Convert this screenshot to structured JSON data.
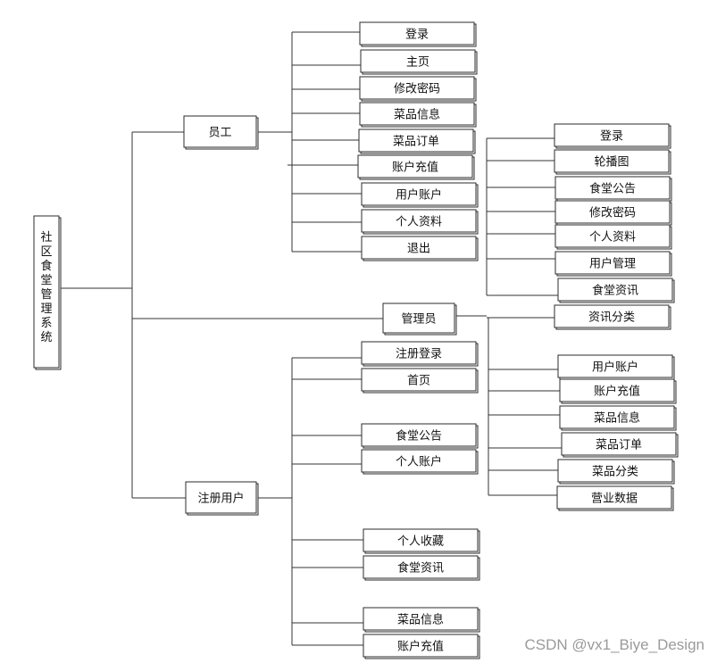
{
  "root": {
    "label": "社区食堂管理系统"
  },
  "branches": [
    {
      "label": "员工",
      "items": [
        "登录",
        "主页",
        "修改密码",
        "菜品信息",
        "菜品订单",
        "账户充值",
        "用户账户",
        "个人资料",
        "退出"
      ]
    },
    {
      "label": "管理员",
      "items": [
        "登录",
        "轮播图",
        "食堂公告",
        "修改密码",
        "个人资料",
        "用户管理",
        "食堂资讯",
        "资讯分类",
        "用户账户",
        "账户充值",
        "菜品信息",
        "菜品订单",
        "菜品分类",
        "营业数据"
      ]
    },
    {
      "label": "注册用户",
      "items": [
        "注册登录",
        "首页",
        "食堂公告",
        "个人账户",
        "个人收藏",
        "食堂资讯",
        "菜品信息",
        "账户充值"
      ]
    }
  ],
  "watermark": "CSDN @vx1_Biye_Design",
  "colors": {
    "line": "#333333",
    "border": "#2b2b2b",
    "shadow": "#9a9a9a",
    "watermark": "#9a9a9a"
  }
}
